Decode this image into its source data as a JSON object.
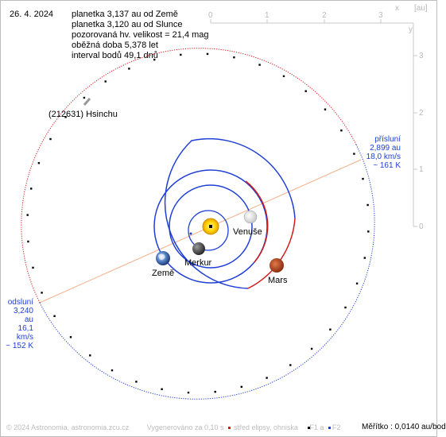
{
  "date": "26. 4. 2024",
  "info": {
    "lines": [
      "planetka 3,137 au od Země",
      "planetka 3,120 au od Slunce",
      "pozorovaná hv. velikost = 21,4 mag",
      "oběžná doba 5,378 let",
      "interval bodů 49,1 dnů"
    ]
  },
  "axes": {
    "x_ticks": [
      "0",
      "1",
      "2",
      "3"
    ],
    "y_ticks": [
      "3",
      "2",
      "1",
      "0"
    ],
    "x_label": "x",
    "unit": "[au]",
    "y_label": "y"
  },
  "bodies": {
    "asteroid": "(212631) Hsinchu",
    "venus": "Venuše",
    "mercury": "Merkur",
    "earth": "Země",
    "mars": "Mars"
  },
  "perihelion": {
    "lines": [
      "přísluní",
      "2,899 au",
      "18,0 km/s",
      "~ 161 K"
    ]
  },
  "aphelion": {
    "lines": [
      "odsluní",
      "3,240 au",
      "16,1 km/s",
      "~ 152 K"
    ]
  },
  "footer": {
    "copyright": "© 2024 Astronomia, astronomia.zcu.cz",
    "generated": "Vygenerováno za 0,10 s",
    "center_legend": "střed elipsy, ohniska",
    "f1": "F1 a",
    "f2": "F2"
  },
  "scale": "Měřítko : 0,0140 au/bod",
  "colors": {
    "orbit_blue": "#1f3fd6",
    "orbit_red": "#d21a1a",
    "apse_line": "#f4b08a",
    "sun": "#ffd700",
    "mars": "#c0502a"
  }
}
